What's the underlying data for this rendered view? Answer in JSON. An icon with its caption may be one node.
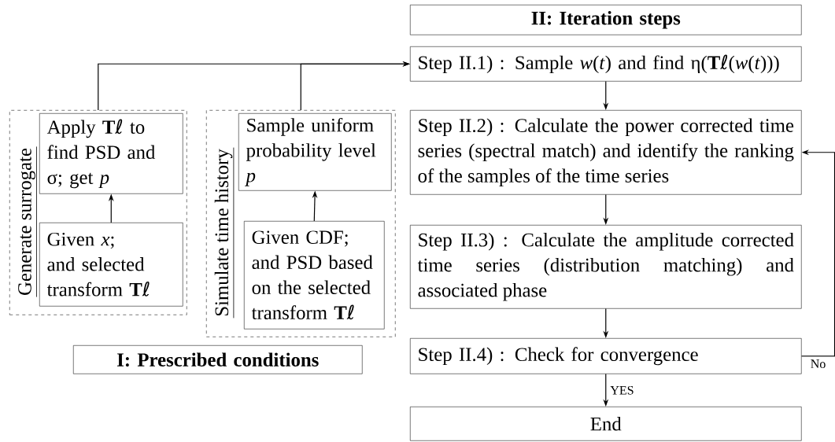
{
  "diagram": {
    "nodes": [
      {
        "text": [
          "Generate surrogate"
        ]
      },
      {
        "text": [
          "Apply **T**ℓ to find PSD and σ; get *p*"
        ],
        "in": 0
      },
      {
        "text": [
          "Given *x*; and selected transform **T**ℓ"
        ],
        "in": 0
      },
      {
        "text": [
          "Simulate time history"
        ]
      },
      {
        "text": [
          "Sample uniform probability level *p*"
        ],
        "in": 3
      },
      {
        "text": [
          "Given CDF; and PSD based on the selected transform **T**ℓ"
        ],
        "in": 3
      },
      {
        "text": [
          "I: Prescribed conditions"
        ]
      },
      {
        "text": [
          "II: Iteration steps"
        ]
      },
      {
        "text": [
          "Step II.1) : Sample *w*(*t*) and find η(**T**ℓ(*w*(*t*)))"
        ]
      },
      {
        "text": [
          "Step II.2) : Calculate the power corrected time series (spectral match) and identify the ranking of the samples of the time series"
        ]
      },
      {
        "text": [
          "Step II.3) : Calculate the amplitude corrected time series (distribution matching) and associated phase"
        ]
      },
      {
        "text": [
          "Step II.4) : Check for convergence"
        ]
      },
      {
        "text": [
          "End"
        ]
      }
    ],
    "edges": [
      {
        "from": 2,
        "to": 1,
        "arrow": "to"
      },
      {
        "from": 5,
        "to": 4,
        "arrow": "to"
      },
      {
        "from": 0,
        "to": 8,
        "arrow": "to"
      },
      {
        "from": 3,
        "to": 8,
        "arrow": "to"
      },
      {
        "from": 8,
        "to": 9,
        "arrow": "to"
      },
      {
        "from": 9,
        "to": 10,
        "arrow": "to"
      },
      {
        "from": 10,
        "to": 11,
        "arrow": "to"
      },
      {
        "from": 11,
        "to": 12,
        "arrow": "to",
        "label": "YES"
      },
      {
        "from": 11,
        "to": 9,
        "arrow": "to",
        "label": "No"
      }
    ]
  }
}
